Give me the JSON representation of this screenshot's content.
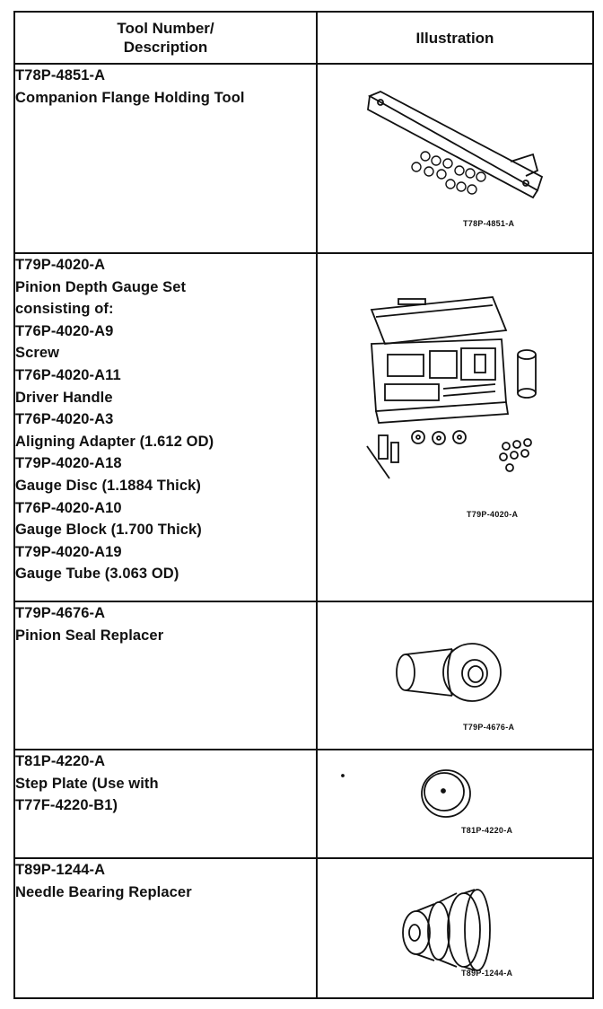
{
  "header": {
    "col1_line1": "Tool Number/",
    "col1_line2": "Description",
    "col2": "Illustration"
  },
  "tools": [
    {
      "lines": [
        "T78P-4851-A",
        "Companion Flange Holding Tool"
      ],
      "caption": "T78P-4851-A",
      "icon": "flange-holding-tool-icon"
    },
    {
      "lines": [
        "T79P-4020-A",
        "Pinion Depth Gauge Set",
        "consisting of:",
        "T76P-4020-A9",
        "Screw",
        "T76P-4020-A11",
        "Driver Handle",
        "T76P-4020-A3",
        "Aligning Adapter (1.612 OD)",
        "T79P-4020-A18",
        "Gauge Disc (1.1884 Thick)",
        "T76P-4020-A10",
        "Gauge Block (1.700 Thick)",
        "T79P-4020-A19",
        "Gauge Tube (3.063 OD)"
      ],
      "caption": "T79P-4020-A",
      "icon": "gauge-set-case-icon"
    },
    {
      "lines": [
        "T79P-4676-A",
        "Pinion Seal Replacer"
      ],
      "caption": "T79P-4676-A",
      "icon": "seal-replacer-icon"
    },
    {
      "lines": [
        "T81P-4220-A",
        "Step Plate (Use with",
        "T77F-4220-B1)"
      ],
      "caption": "T81P-4220-A",
      "icon": "step-plate-icon"
    },
    {
      "lines": [
        "T89P-1244-A",
        "Needle Bearing Replacer"
      ],
      "caption": "T89P-1244-A",
      "icon": "bearing-replacer-icon"
    }
  ]
}
